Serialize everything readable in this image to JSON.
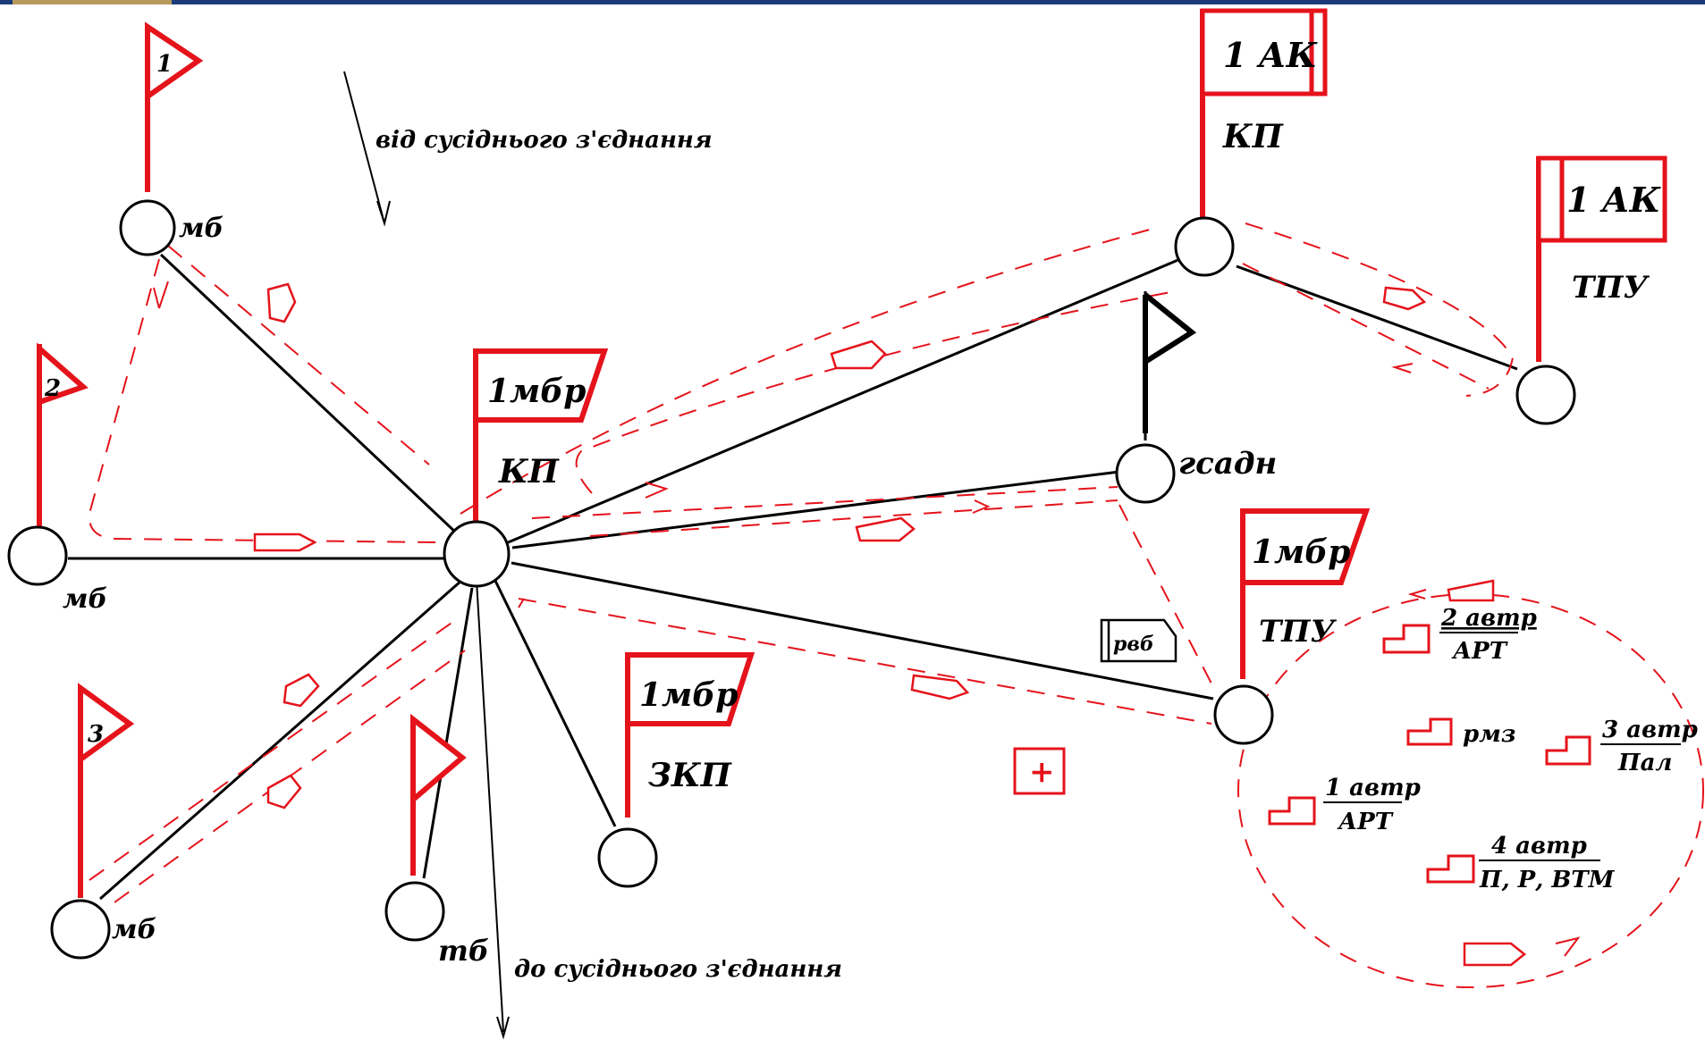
{
  "labels": {
    "from_neighbor": "від сусіднього з'єднання",
    "to_neighbor": "до сусіднього з'єднання",
    "corps": "1 АК",
    "kp": "КП",
    "tpu": "ТПУ",
    "zkp": "ЗКП",
    "brigade": "1мбр",
    "mb": "мб",
    "tb": "тб",
    "gsadn": "гсадн",
    "rvb": "рвб",
    "rmz": "рмз",
    "flag1": "1",
    "flag2": "2",
    "flag3": "3",
    "plus": "+"
  },
  "units": [
    {
      "top": "2 автр",
      "bottom": "АРТ"
    },
    {
      "top": "3 автр",
      "bottom": "Пал"
    },
    {
      "top": "1 автр",
      "bottom": "АРТ"
    },
    {
      "top": "4 автр",
      "bottom": "П, Р, ВТМ"
    }
  ],
  "colors": {
    "red": "#e5131b",
    "black": "#000000",
    "background": "#ffffff",
    "topbar": "#1b3a7a"
  }
}
